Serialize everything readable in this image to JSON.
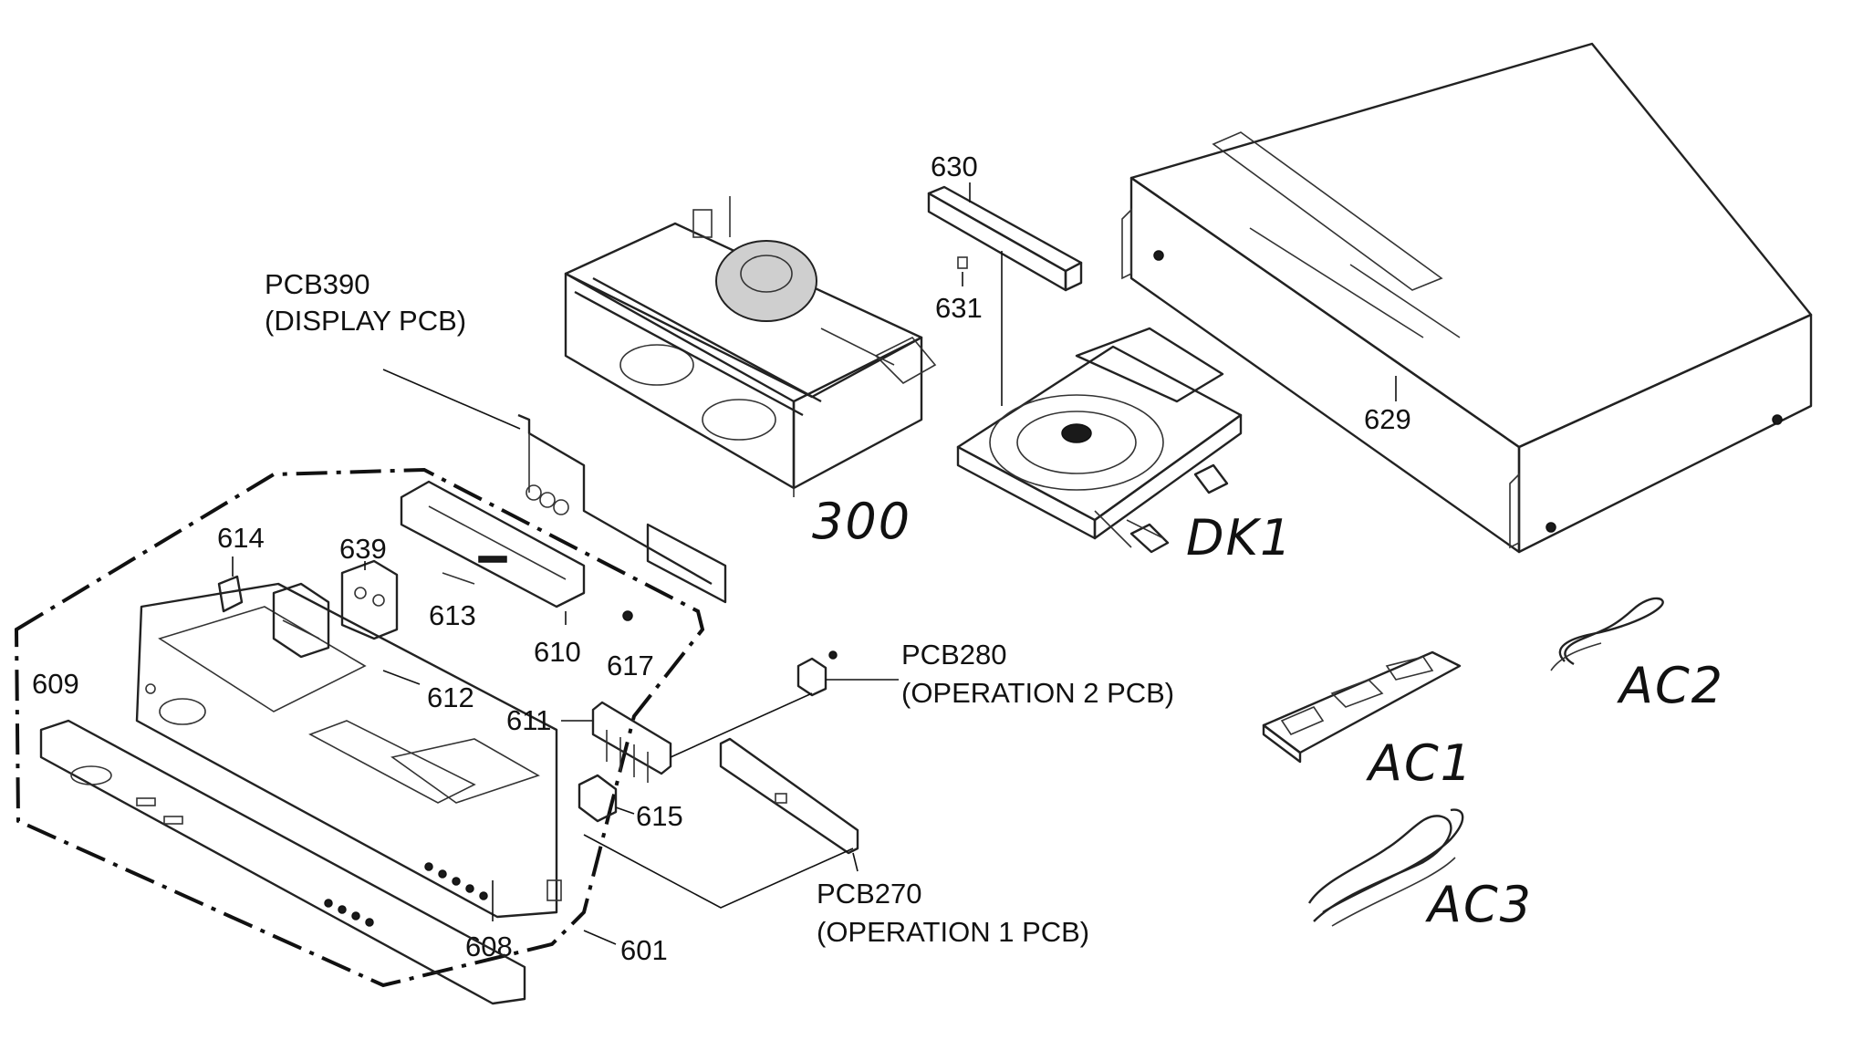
{
  "labels": {
    "pcb390": "PCB390",
    "pcb390_desc": "(DISPLAY PCB)",
    "pcb280": "PCB280",
    "pcb280_desc": "(OPERATION 2 PCB)",
    "pcb270": "PCB270",
    "pcb270_desc": "(OPERATION 1 PCB)",
    "p300": "300",
    "pdk1": "DK1",
    "p601": "601",
    "p608": "608",
    "p609": "609",
    "p610": "610",
    "p611": "611",
    "p612": "612",
    "p613": "613",
    "p614": "614",
    "p615": "615",
    "p617": "617",
    "p629": "629",
    "p630": "630",
    "p631": "631",
    "p639": "639",
    "ac1": "AC1",
    "ac2": "AC2",
    "ac3": "AC3"
  }
}
